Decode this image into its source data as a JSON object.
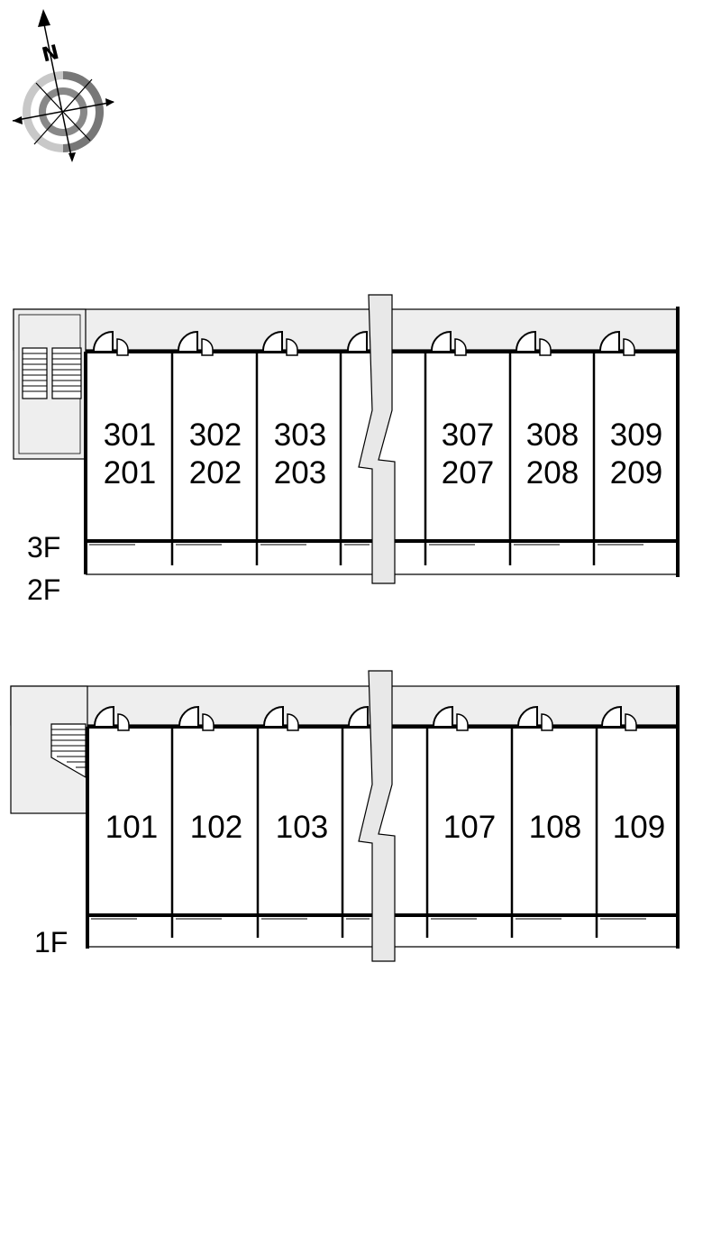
{
  "compass": {
    "north_label": "N",
    "icon": "compass-rose"
  },
  "blocks": [
    {
      "id": "upper",
      "floor_labels": [
        "3F",
        "2F"
      ],
      "rooms": [
        {
          "top": "301",
          "bottom": "201"
        },
        {
          "top": "302",
          "bottom": "202"
        },
        {
          "top": "303",
          "bottom": "203"
        },
        {
          "top": "",
          "bottom": ""
        },
        {
          "top": "307",
          "bottom": "207"
        },
        {
          "top": "308",
          "bottom": "208"
        },
        {
          "top": "309",
          "bottom": "209"
        }
      ]
    },
    {
      "id": "lower",
      "floor_labels": [
        "1F"
      ],
      "rooms": [
        {
          "top": "101",
          "bottom": ""
        },
        {
          "top": "102",
          "bottom": ""
        },
        {
          "top": "103",
          "bottom": ""
        },
        {
          "top": "",
          "bottom": ""
        },
        {
          "top": "107",
          "bottom": ""
        },
        {
          "top": "108",
          "bottom": ""
        },
        {
          "top": "109",
          "bottom": ""
        }
      ]
    }
  ],
  "colors": {
    "corridor": "#eeeeee",
    "wall": "#000000",
    "break": "#e8e8e8"
  }
}
